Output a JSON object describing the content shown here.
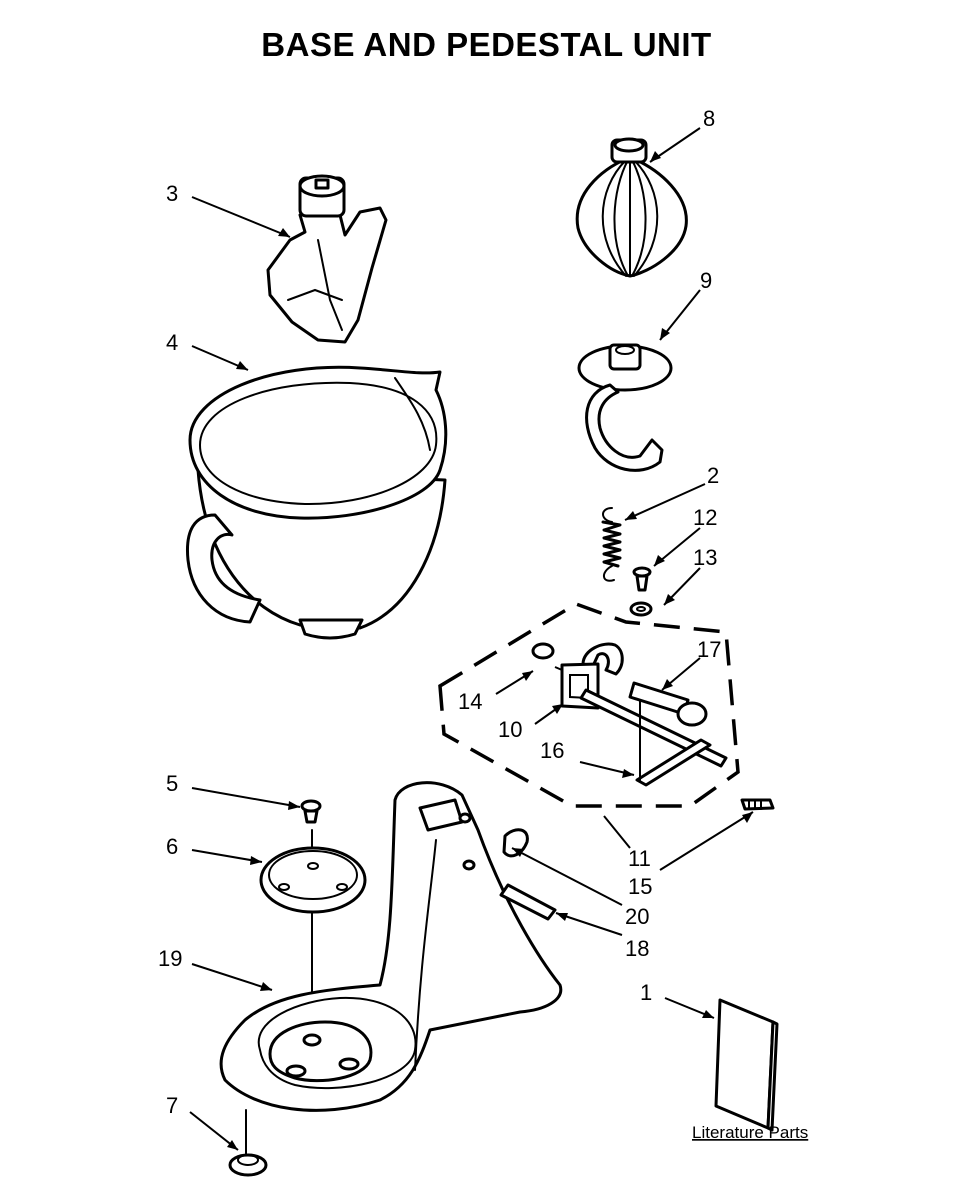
{
  "title": "BASE AND PEDESTAL UNIT",
  "callouts": {
    "c1": "1",
    "c2": "2",
    "c3": "3",
    "c4": "4",
    "c5": "5",
    "c6": "6",
    "c7": "7",
    "c8": "8",
    "c9": "9",
    "c10": "10",
    "c11": "11",
    "c12": "12",
    "c13": "13",
    "c14": "14",
    "c15": "15",
    "c16": "16",
    "c17": "17",
    "c18": "18",
    "c19": "19",
    "c20": "20"
  },
  "literature_label": "Literature Parts",
  "parts": [
    {
      "callout": "1",
      "icon": "literature-icon"
    },
    {
      "callout": "2",
      "icon": "spring-icon"
    },
    {
      "callout": "3",
      "icon": "flat-beater-icon"
    },
    {
      "callout": "4",
      "icon": "bowl-icon"
    },
    {
      "callout": "5",
      "icon": "screw-icon"
    },
    {
      "callout": "6",
      "icon": "clamp-plate-icon"
    },
    {
      "callout": "7",
      "icon": "foot-icon"
    },
    {
      "callout": "8",
      "icon": "wire-whip-icon"
    },
    {
      "callout": "9",
      "icon": "dough-hook-icon"
    },
    {
      "callout": "10",
      "icon": "lift-rod-icon"
    },
    {
      "callout": "11",
      "icon": "bowl-lift-assembly-icon"
    },
    {
      "callout": "12",
      "icon": "screw-icon"
    },
    {
      "callout": "13",
      "icon": "washer-icon"
    },
    {
      "callout": "14",
      "icon": "washer-icon"
    },
    {
      "callout": "15",
      "icon": "pin-icon"
    },
    {
      "callout": "16",
      "icon": "stop-icon"
    },
    {
      "callout": "17",
      "icon": "lever-icon"
    },
    {
      "callout": "18",
      "icon": "pin-icon"
    },
    {
      "callout": "19",
      "icon": "base-pedestal-icon"
    },
    {
      "callout": "20",
      "icon": "bumper-icon"
    }
  ]
}
